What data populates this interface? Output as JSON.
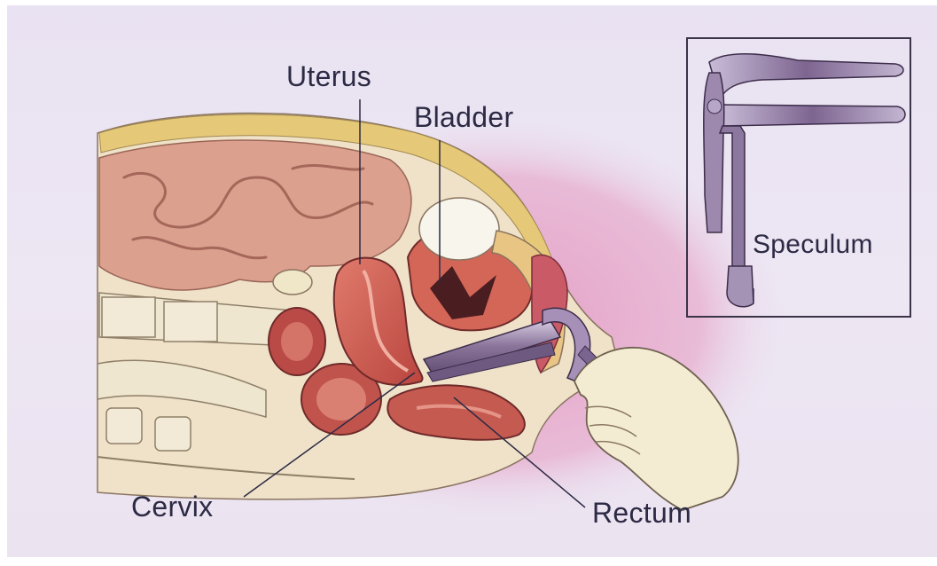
{
  "labels": {
    "uterus": "Uterus",
    "bladder": "Bladder",
    "cervix": "Cervix",
    "rectum": "Rectum",
    "speculum": "Speculum"
  },
  "colors": {
    "background": "#ebe4f2",
    "label_text": "#2c2a44",
    "pink_glow": "#e6a0c4",
    "fat_layer": "#e8cf86",
    "intestine": "#d89b87",
    "uterus_tissue": "#cf5f56",
    "bladder_white": "#f7f5ec",
    "speculum_metal": "#8a6f9a",
    "spine_bone": "#efe6cf",
    "hand_skin": "#f4ecd2"
  },
  "icons": {
    "speculum_inset": "speculum-icon",
    "hand": "hand-icon"
  }
}
